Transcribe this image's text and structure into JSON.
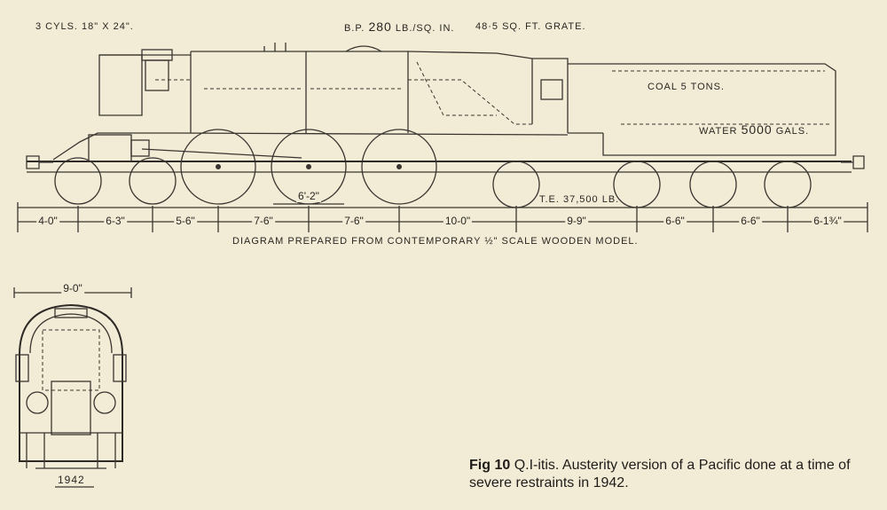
{
  "specs": {
    "cylinders": "3 CYLS. 18\" X 24\".",
    "boiler_pressure_prefix": "B.P.",
    "boiler_pressure_value": "280",
    "boiler_pressure_unit": "LB./SQ. IN.",
    "grate": "48·5 SQ. FT. GRATE.",
    "coal": "COAL 5 TONS.",
    "water_prefix": "WATER",
    "water_value": "5000",
    "water_unit": "GALS.",
    "tractive_effort": "T.E. 37,500 LB.",
    "coupled_wheel_dim": "6'-2\""
  },
  "dimensions": [
    "4-0\"",
    "6-3\"",
    "5-6\"",
    "7-6\"",
    "7-6\"",
    "10-0\"",
    "9-9\"",
    "6-6\"",
    "6-6\"",
    "6-1¾\""
  ],
  "note": "DIAGRAM PREPARED FROM CONTEMPORARY ½\" SCALE WOODEN MODEL.",
  "end_view": {
    "width": "9-0\"",
    "year": "1942"
  },
  "caption": {
    "fig": "Fig 10",
    "text": "Q.I-itis. Austerity version of a Pacific done at a time of severe restraints in 1942."
  }
}
